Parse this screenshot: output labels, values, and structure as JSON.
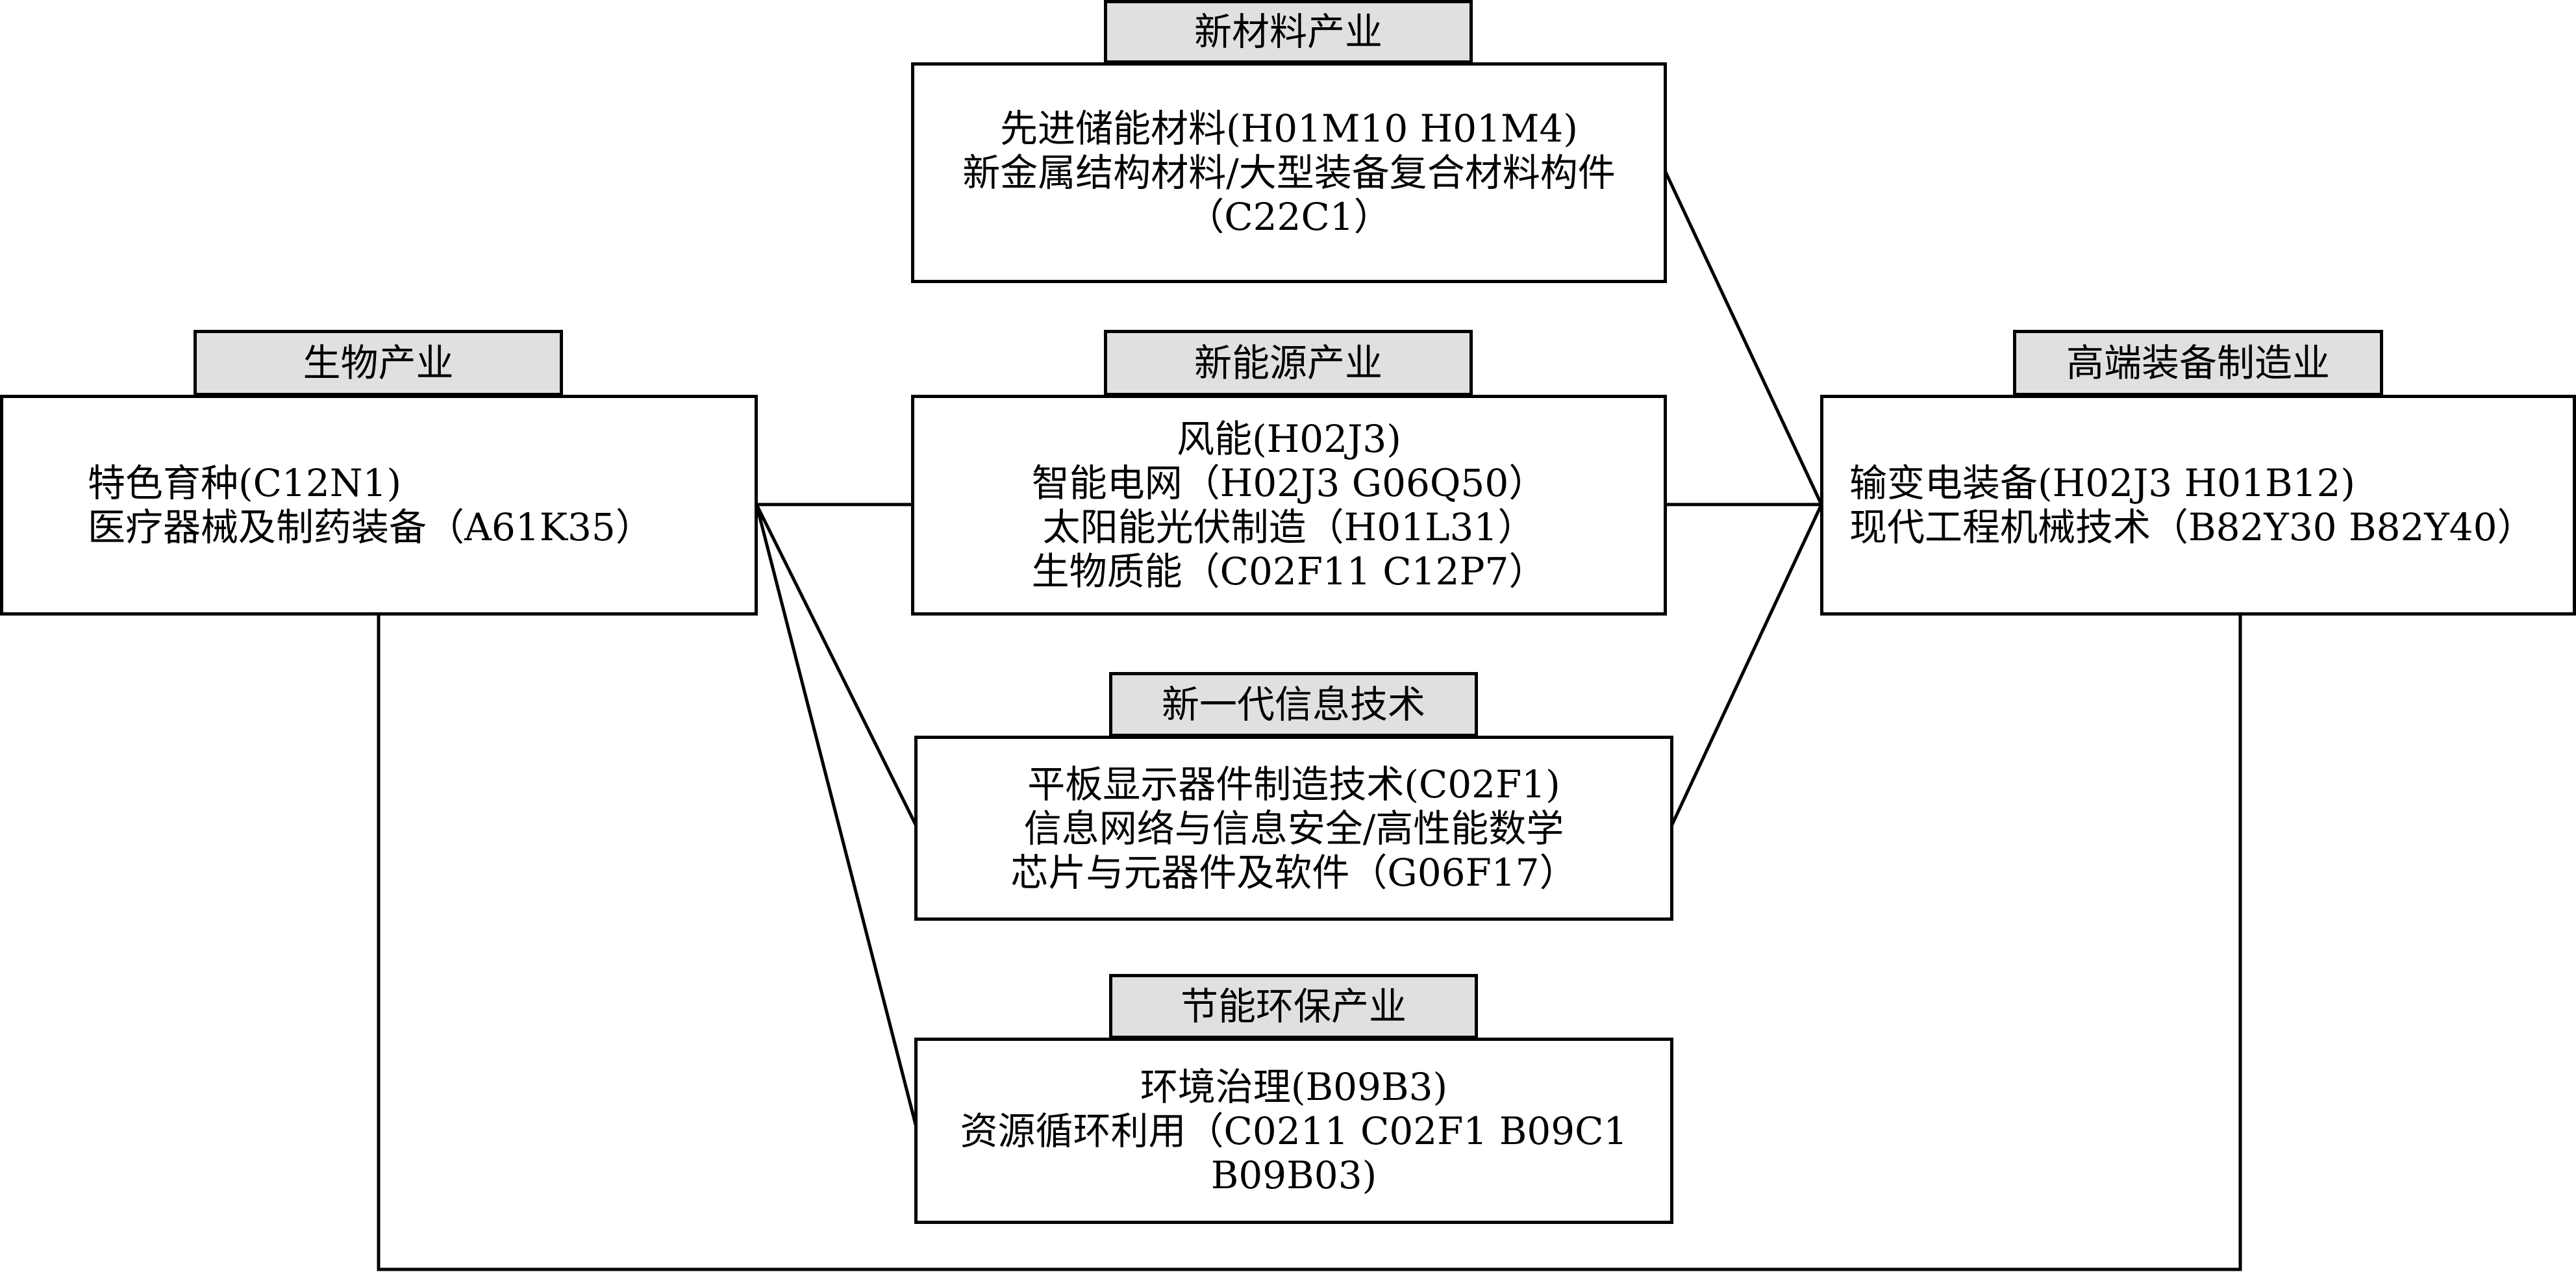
{
  "diagram": {
    "nodes": [
      {
        "id": "new-materials",
        "header": "新材料产业",
        "lines": [
          "先进储能材料(H01M10 H01M4)",
          "新金属结构材料/大型装备复合材料构件",
          "（C22C1）"
        ]
      },
      {
        "id": "bio",
        "header": "生物产业",
        "lines": [
          "特色育种(C12N1)",
          "医疗器械及制药装备（A61K35）"
        ]
      },
      {
        "id": "new-energy",
        "header": "新能源产业",
        "lines": [
          "风能(H02J3)",
          "智能电网（H02J3 G06Q50）",
          "太阳能光伏制造（H01L31）",
          "生物质能（C02F11 C12P7）"
        ]
      },
      {
        "id": "high-end-equipment",
        "header": "高端装备制造业",
        "lines": [
          "输变电装备(H02J3 H01B12)",
          "现代工程机械技术（B82Y30 B82Y40）"
        ]
      },
      {
        "id": "next-gen-it",
        "header": "新一代信息技术",
        "lines": [
          "平板显示器件制造技术(C02F1)",
          "信息网络与信息安全/高性能数学",
          "芯片与元器件及软件（G06F17）"
        ]
      },
      {
        "id": "energy-saving",
        "header": "节能环保产业",
        "lines": [
          "环境治理(B09B3)",
          "资源循环利用（C0211 C02F1 B09C1",
          "B09B03)"
        ]
      }
    ]
  }
}
